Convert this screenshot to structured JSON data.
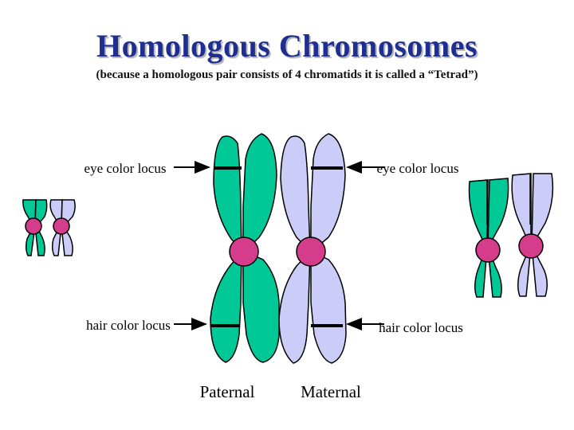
{
  "title": "Homologous Chromosomes",
  "subtitle": "(because a homologous pair consists of 4 chromatids it is called a “Tetrad”)",
  "labels": {
    "eye_left": "eye color locus",
    "eye_right": "eye color locus",
    "hair_left": "hair color locus",
    "hair_right": "hair color locus",
    "paternal": "Paternal",
    "maternal": "Maternal"
  },
  "colors": {
    "paternal": "#00c896",
    "maternal": "#ccccf8",
    "centromere": "#d63c8c",
    "outline": "#000000",
    "title": "#1f2f8f"
  }
}
